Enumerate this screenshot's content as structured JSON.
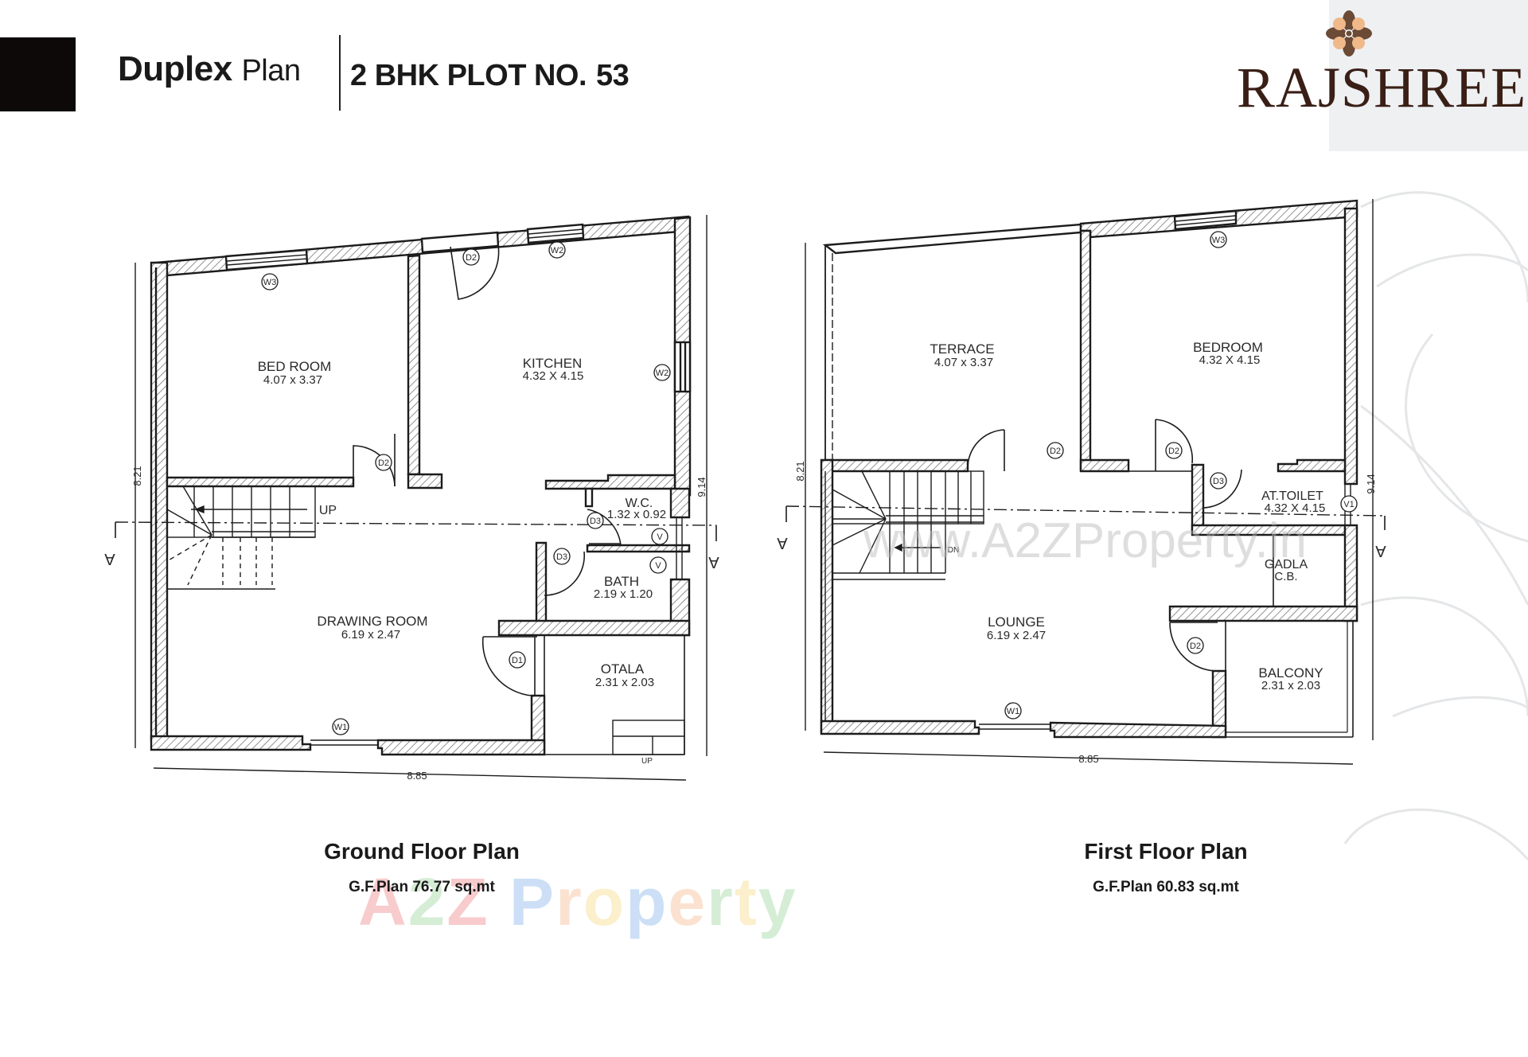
{
  "header": {
    "title_bold": "Duplex",
    "title_light": "Plan",
    "plot_label": "2 BHK PLOT NO.",
    "plot_number": "53"
  },
  "brand": {
    "name": "RAJSHREE",
    "colors": {
      "text": "#3a1f16",
      "petal_dark": "#6b4a36",
      "petal_light": "#f0b98a"
    }
  },
  "ground_floor": {
    "caption": "Ground Floor Plan",
    "area": "G.F.Plan 76.77 sq.mt",
    "dim_width": "8.85",
    "dim_left": "8.21",
    "dim_right": "9.14",
    "section_marker": "A",
    "rooms": [
      {
        "name": "BED ROOM",
        "size": "4.07 x 3.37"
      },
      {
        "name": "KITCHEN",
        "size": "4.32 X 4.15"
      },
      {
        "name": "W.C.",
        "size": "1.32 x 0.92"
      },
      {
        "name": "BATH",
        "size": "2.19 x 1.20"
      },
      {
        "name": "DRAWING ROOM",
        "size": "6.19 x 2.47"
      },
      {
        "name": "OTALA",
        "size": "2.31 x 2.03"
      }
    ],
    "tags": {
      "w3": "W3",
      "w2": "W2",
      "w1": "W1",
      "d1": "D1",
      "d2": "D2",
      "d3": "D3",
      "v": "V"
    },
    "stair_up": "UP",
    "otala_up": "UP"
  },
  "first_floor": {
    "caption": "First  Floor Plan",
    "area": "G.F.Plan 60.83 sq.mt",
    "dim_width": "8.85",
    "dim_left": "8.21",
    "dim_right": "9.14",
    "section_marker": "A",
    "rooms": [
      {
        "name": "TERRACE",
        "size": "4.07 x 3.37"
      },
      {
        "name": "BEDROOM",
        "size": "4.32 X 4.15"
      },
      {
        "name": "AT.TOILET",
        "size": "4.32 X 4.15"
      },
      {
        "name": "GADLA",
        "size": "C.B."
      },
      {
        "name": "LOUNGE",
        "size": "6.19 x 2.47"
      },
      {
        "name": "BALCONY",
        "size": "2.31 x 2.03"
      }
    ],
    "tags": {
      "w3": "W3",
      "w1": "W1",
      "d2": "D2",
      "d3": "D3",
      "v1": "V1"
    },
    "stair_dn": "DN"
  },
  "watermarks": {
    "a2z_logo": [
      "A",
      "2",
      "Z",
      " ",
      "P",
      "r",
      "o",
      "p",
      "e",
      "r",
      "t",
      "y"
    ],
    "a2z_colors": [
      "#e8474c",
      "#6cbf6c",
      "#e8474c",
      "#ffffff",
      "#4a8fe0",
      "#f29a5a",
      "#f3c94a",
      "#4a8fe0",
      "#f29a5a",
      "#6cbf6c",
      "#f3c94a",
      "#6cbf6c"
    ],
    "url": "www.A2ZProperty.in"
  }
}
